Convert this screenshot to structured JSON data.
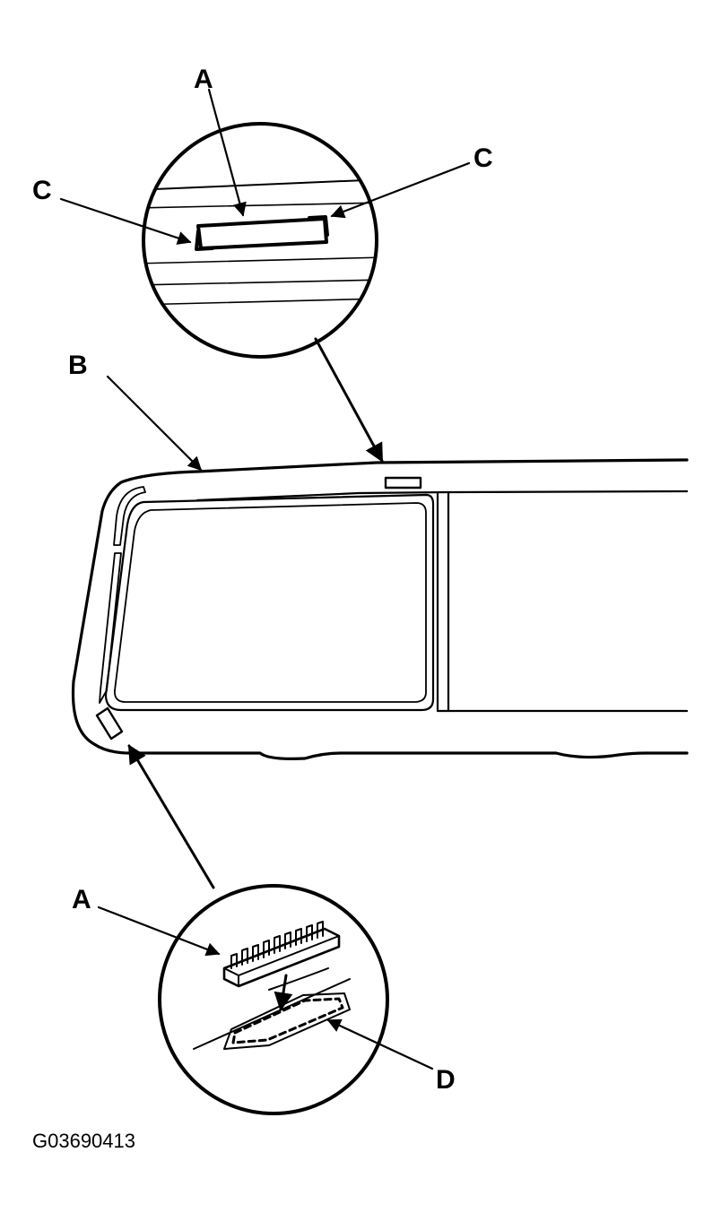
{
  "labels": {
    "a_top": "A",
    "c_left": "C",
    "c_right": "C",
    "b": "B",
    "a_bottom": "A",
    "d": "D"
  },
  "figure_code": "G03690413",
  "colors": {
    "ink": "#000000",
    "paper": "#ffffff"
  }
}
